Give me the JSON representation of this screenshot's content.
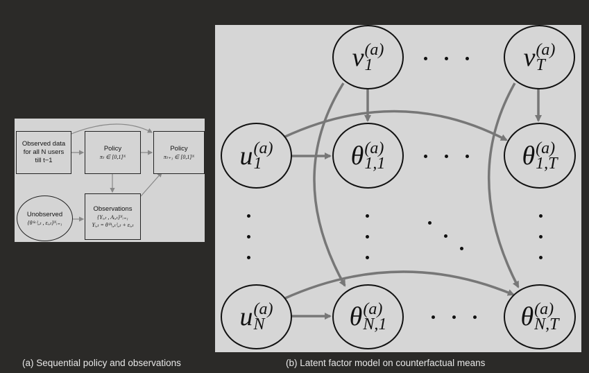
{
  "panel_a": {
    "observed_data": [
      "Observed data",
      "for all N users",
      "till t−1"
    ],
    "policy_t": {
      "title": "Policy",
      "formula": "πₜ ∈ [0,1]ᴺ"
    },
    "policy_t1": {
      "title": "Policy",
      "formula": "πₜ₊₁ ∈ [0,1]ᴺ"
    },
    "unobserved": {
      "title": "Unobserved",
      "formula": "{θ⁽ᵃ⁾ᵢ,ₜ , εᵢ,ₜ}ᴺᵢ₌₁"
    },
    "observations": {
      "title": "Observations",
      "line1": "{Yᵢ,ₜ , Aᵢ,ₜ}ᴺᵢ₌₁",
      "line2": "Yᵢ,ₜ = θ⁽ᴬᵢ,ₜ⁾ᵢ,ₜ + εᵢ,ₜ"
    }
  },
  "panel_b": {
    "v1": {
      "base": "v",
      "sup": "(a)",
      "sub": "1"
    },
    "vT": {
      "base": "v",
      "sup": "(a)",
      "sub": "T"
    },
    "u1": {
      "base": "u",
      "sup": "(a)",
      "sub": "1"
    },
    "uN": {
      "base": "u",
      "sup": "(a)",
      "sub": "N"
    },
    "t11": {
      "base": "θ",
      "sup": "(a)",
      "sub": "1,1"
    },
    "t1T": {
      "base": "θ",
      "sup": "(a)",
      "sub": "1,T"
    },
    "tN1": {
      "base": "θ",
      "sup": "(a)",
      "sub": "N,1"
    },
    "tNT": {
      "base": "θ",
      "sup": "(a)",
      "sub": "N,T"
    }
  },
  "captions": {
    "a": "(a) Sequential policy and observations",
    "b": "(b) Latent factor model on counterfactual means"
  }
}
